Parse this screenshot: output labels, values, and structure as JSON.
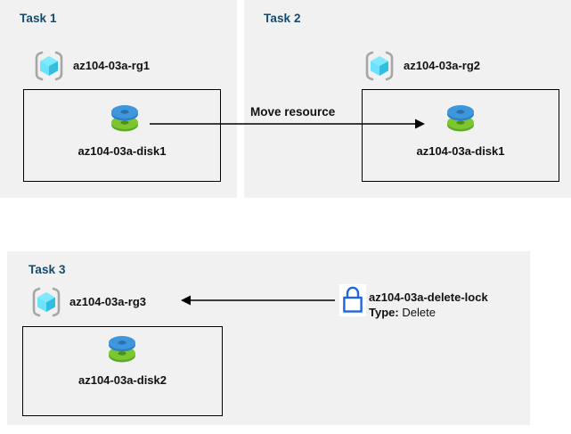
{
  "diagram": {
    "background_color": "#ffffff",
    "panel_color": "#f1f1f1",
    "title_color": "#17496b",
    "border_color": "#000000",
    "accent_cube_color": "#50e6ff",
    "disk_blue": "#3b8fdc",
    "disk_green": "#6eb52a",
    "lock_blue": "#1e66e0"
  },
  "panels": [
    {
      "id": "task1",
      "title": "Task 1",
      "resource_group": {
        "icon": "resource-group-icon",
        "label": "az104-03a-rg1"
      },
      "resource": {
        "icon": "disk-icon",
        "label": "az104-03a-disk1"
      }
    },
    {
      "id": "task2",
      "title": "Task 2",
      "resource_group": {
        "icon": "resource-group-icon",
        "label": "az104-03a-rg2"
      },
      "resource": {
        "icon": "disk-icon",
        "label": "az104-03a-disk1"
      }
    },
    {
      "id": "task3",
      "title": "Task 3",
      "resource_group": {
        "icon": "resource-group-icon",
        "label": "az104-03a-rg3"
      },
      "resource": {
        "icon": "disk-icon",
        "label": "az104-03a-disk2"
      },
      "lock": {
        "icon": "lock-icon",
        "label": "az104-03a-delete-lock",
        "type_key": "Type:",
        "type_value": "Delete"
      }
    }
  ],
  "connectors": [
    {
      "id": "move-resource",
      "label": "Move resource",
      "direction": "right",
      "from": "task1-disk1",
      "to": "task2-disk1"
    },
    {
      "id": "lock-applies-to-rg3",
      "label": "",
      "direction": "left",
      "from": "az104-03a-delete-lock",
      "to": "az104-03a-rg3"
    }
  ]
}
